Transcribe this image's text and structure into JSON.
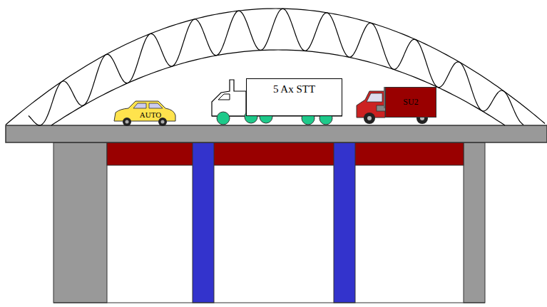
{
  "diagram": {
    "nodes": [
      {
        "text": [
          "AUTO"
        ]
      },
      {
        "text": [
          "5 Ax STT"
        ]
      },
      {
        "text": [
          "SU2"
        ]
      }
    ]
  }
}
